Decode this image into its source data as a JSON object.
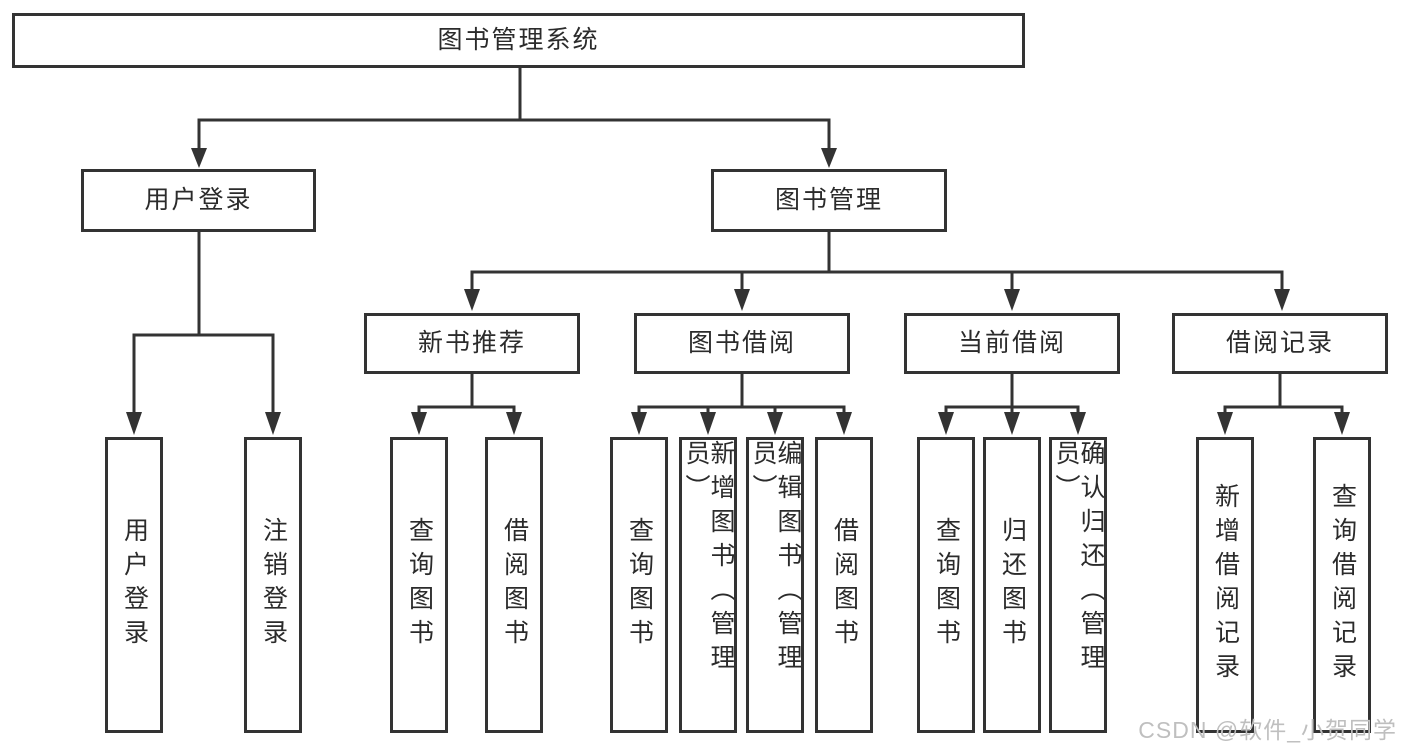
{
  "colors": {
    "line": "#333333",
    "box_border": "#333333",
    "text": "#2b2b2b",
    "watermark": "#bfbfbf",
    "background": "#ffffff"
  },
  "diagram": {
    "root": {
      "label": "图书管理系统"
    },
    "level2": [
      {
        "label": "用户登录"
      },
      {
        "label": "图书管理"
      }
    ],
    "level3": [
      {
        "label": "新书推荐"
      },
      {
        "label": "图书借阅"
      },
      {
        "label": "当前借阅"
      },
      {
        "label": "借阅记录"
      }
    ],
    "leaves": [
      {
        "label": "用户登录"
      },
      {
        "label": "注销登录"
      },
      {
        "label": "查询图书"
      },
      {
        "label": "借阅图书"
      },
      {
        "label": "查询图书"
      },
      {
        "label": "新增图书（管理员）"
      },
      {
        "label": "编辑图书（管理员）"
      },
      {
        "label": "借阅图书"
      },
      {
        "label": "查询图书"
      },
      {
        "label": "归还图书"
      },
      {
        "label": "确认归还（管理员）"
      },
      {
        "label": "新增借阅记录"
      },
      {
        "label": "查询借阅记录"
      }
    ]
  },
  "watermark": {
    "text": "CSDN @软件_小贺同学"
  }
}
